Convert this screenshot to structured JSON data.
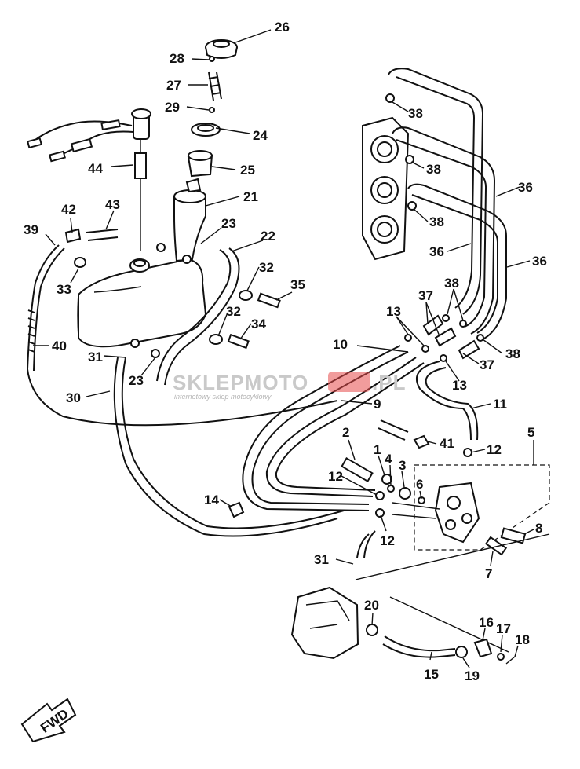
{
  "watermark": {
    "brand_left": "SKLEPMOTO",
    "brand_right": ".PL",
    "tagline": "internetowy sklep motocyklowy"
  },
  "fwd_badge": "FWD",
  "callouts": [
    {
      "id": "c26",
      "text": "26"
    },
    {
      "id": "c28",
      "text": "28"
    },
    {
      "id": "c27",
      "text": "27"
    },
    {
      "id": "c29",
      "text": "29"
    },
    {
      "id": "c24",
      "text": "24"
    },
    {
      "id": "c44",
      "text": "44"
    },
    {
      "id": "c25",
      "text": "25"
    },
    {
      "id": "c21",
      "text": "21"
    },
    {
      "id": "c42",
      "text": "42"
    },
    {
      "id": "c43",
      "text": "43"
    },
    {
      "id": "c23a",
      "text": "23"
    },
    {
      "id": "c39",
      "text": "39"
    },
    {
      "id": "c22",
      "text": "22"
    },
    {
      "id": "c32a",
      "text": "32"
    },
    {
      "id": "c33",
      "text": "33"
    },
    {
      "id": "c35",
      "text": "35"
    },
    {
      "id": "c32b",
      "text": "32"
    },
    {
      "id": "c34",
      "text": "34"
    },
    {
      "id": "c40",
      "text": "40"
    },
    {
      "id": "c31a",
      "text": "31"
    },
    {
      "id": "c23b",
      "text": "23"
    },
    {
      "id": "c30",
      "text": "30"
    },
    {
      "id": "c38a",
      "text": "38"
    },
    {
      "id": "c38b",
      "text": "38"
    },
    {
      "id": "c38c",
      "text": "38"
    },
    {
      "id": "c36a",
      "text": "36"
    },
    {
      "id": "c36b",
      "text": "36"
    },
    {
      "id": "c36c",
      "text": "36"
    },
    {
      "id": "c38d",
      "text": "38"
    },
    {
      "id": "c37a",
      "text": "37"
    },
    {
      "id": "c13a",
      "text": "13"
    },
    {
      "id": "c10",
      "text": "10"
    },
    {
      "id": "c38e",
      "text": "38"
    },
    {
      "id": "c37b",
      "text": "37"
    },
    {
      "id": "c13b",
      "text": "13"
    },
    {
      "id": "c9",
      "text": "9"
    },
    {
      "id": "c11",
      "text": "11"
    },
    {
      "id": "c2",
      "text": "2"
    },
    {
      "id": "c41",
      "text": "41"
    },
    {
      "id": "c5",
      "text": "5"
    },
    {
      "id": "c1",
      "text": "1"
    },
    {
      "id": "c4",
      "text": "4"
    },
    {
      "id": "c3",
      "text": "3"
    },
    {
      "id": "c12a",
      "text": "12"
    },
    {
      "id": "c12b",
      "text": "12"
    },
    {
      "id": "c6",
      "text": "6"
    },
    {
      "id": "c14",
      "text": "14"
    },
    {
      "id": "c12c",
      "text": "12"
    },
    {
      "id": "c8",
      "text": "8"
    },
    {
      "id": "c31b",
      "text": "31"
    },
    {
      "id": "c7",
      "text": "7"
    },
    {
      "id": "c20",
      "text": "20"
    },
    {
      "id": "c16",
      "text": "16"
    },
    {
      "id": "c17",
      "text": "17"
    },
    {
      "id": "c18",
      "text": "18"
    },
    {
      "id": "c15",
      "text": "15"
    },
    {
      "id": "c19",
      "text": "19"
    }
  ]
}
